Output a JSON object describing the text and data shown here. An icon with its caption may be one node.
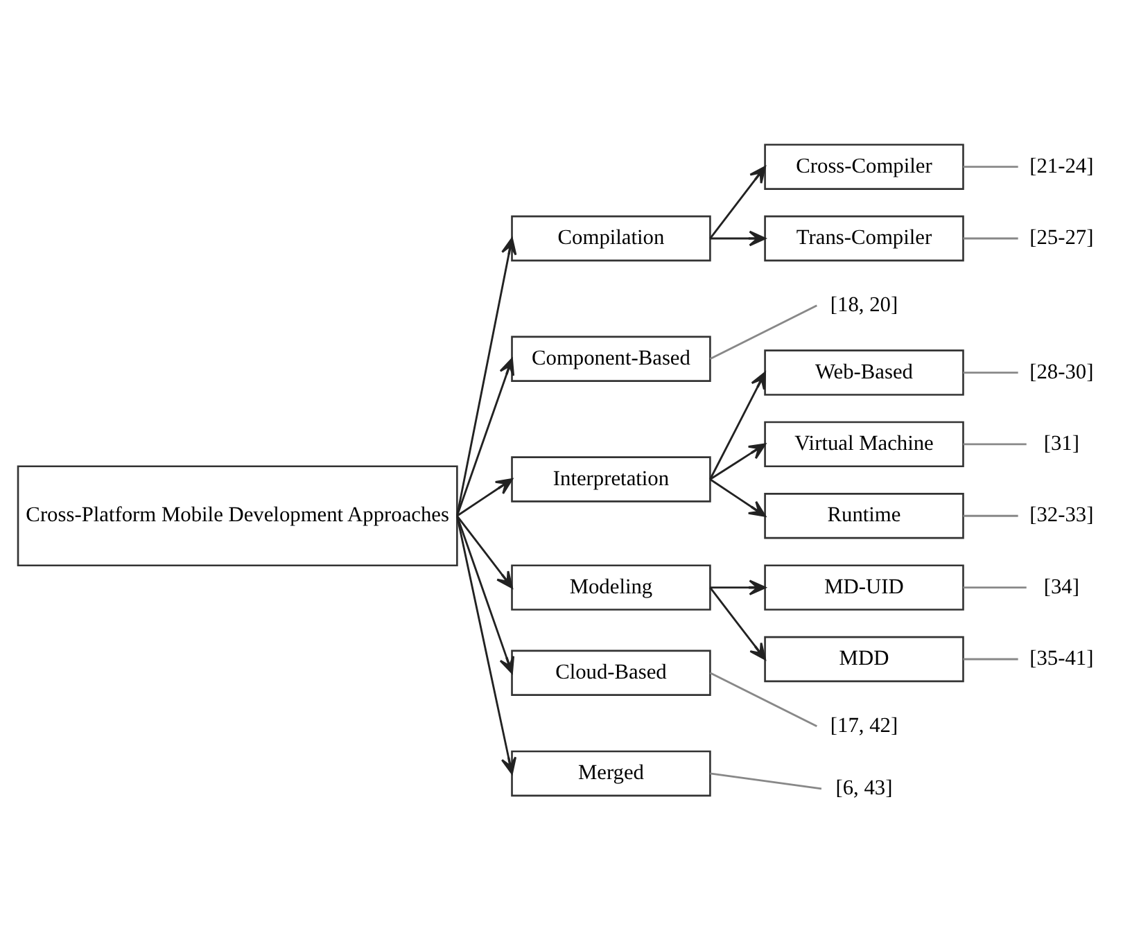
{
  "diagram": {
    "nodes": [
      {
        "text": [
          "Cross-Platform Mobile Development Approaches"
        ]
      },
      {
        "text": [
          "Compilation"
        ]
      },
      {
        "text": [
          "Cross-Compiler"
        ]
      },
      {
        "text": [
          "Trans-Compiler"
        ]
      },
      {
        "text": [
          "Component-Based"
        ]
      },
      {
        "text": [
          "Interpretation"
        ]
      },
      {
        "text": [
          "Web-Based"
        ]
      },
      {
        "text": [
          "Virtual Machine"
        ]
      },
      {
        "text": [
          "Runtime"
        ]
      },
      {
        "text": [
          "Modeling"
        ]
      },
      {
        "text": [
          "MD-UID"
        ]
      },
      {
        "text": [
          "MDD"
        ]
      },
      {
        "text": [
          "Cloud-Based"
        ]
      },
      {
        "text": [
          "Merged"
        ]
      },
      {
        "text": [
          "[21-24]"
        ]
      },
      {
        "text": [
          "[25-27]"
        ]
      },
      {
        "text": [
          "[18, 20]"
        ]
      },
      {
        "text": [
          "[28-30]"
        ]
      },
      {
        "text": [
          "[31]"
        ]
      },
      {
        "text": [
          "[32-33]"
        ]
      },
      {
        "text": [
          "[34]"
        ]
      },
      {
        "text": [
          "[35-41]"
        ]
      },
      {
        "text": [
          "[17, 42]"
        ]
      },
      {
        "text": [
          "[6, 43]"
        ]
      }
    ],
    "edges": [
      {
        "from": 0,
        "to": 1,
        "arrow": "to"
      },
      {
        "from": 0,
        "to": 4,
        "arrow": "to"
      },
      {
        "from": 0,
        "to": 5,
        "arrow": "to"
      },
      {
        "from": 0,
        "to": 9,
        "arrow": "to"
      },
      {
        "from": 0,
        "to": 12,
        "arrow": "to"
      },
      {
        "from": 0,
        "to": 13,
        "arrow": "to"
      },
      {
        "from": 1,
        "to": 2,
        "arrow": "to"
      },
      {
        "from": 1,
        "to": 3,
        "arrow": "to"
      },
      {
        "from": 5,
        "to": 6,
        "arrow": "to"
      },
      {
        "from": 5,
        "to": 7,
        "arrow": "to"
      },
      {
        "from": 5,
        "to": 8,
        "arrow": "to"
      },
      {
        "from": 9,
        "to": 10,
        "arrow": "to"
      },
      {
        "from": 9,
        "to": 11,
        "arrow": "to"
      },
      {
        "from": 2,
        "to": 14,
        "arrow": "none",
        "color": "#888888"
      },
      {
        "from": 3,
        "to": 15,
        "arrow": "none",
        "color": "#888888"
      },
      {
        "from": 4,
        "to": 16,
        "arrow": "none",
        "color": "#888888"
      },
      {
        "from": 6,
        "to": 17,
        "arrow": "none",
        "color": "#888888"
      },
      {
        "from": 7,
        "to": 18,
        "arrow": "none",
        "color": "#888888"
      },
      {
        "from": 8,
        "to": 19,
        "arrow": "none",
        "color": "#888888"
      },
      {
        "from": 10,
        "to": 20,
        "arrow": "none",
        "color": "#888888"
      },
      {
        "from": 11,
        "to": 21,
        "arrow": "none",
        "color": "#888888"
      },
      {
        "from": 12,
        "to": 22,
        "arrow": "none",
        "color": "#888888"
      },
      {
        "from": 13,
        "to": 23,
        "arrow": "none",
        "color": "#888888"
      }
    ]
  }
}
